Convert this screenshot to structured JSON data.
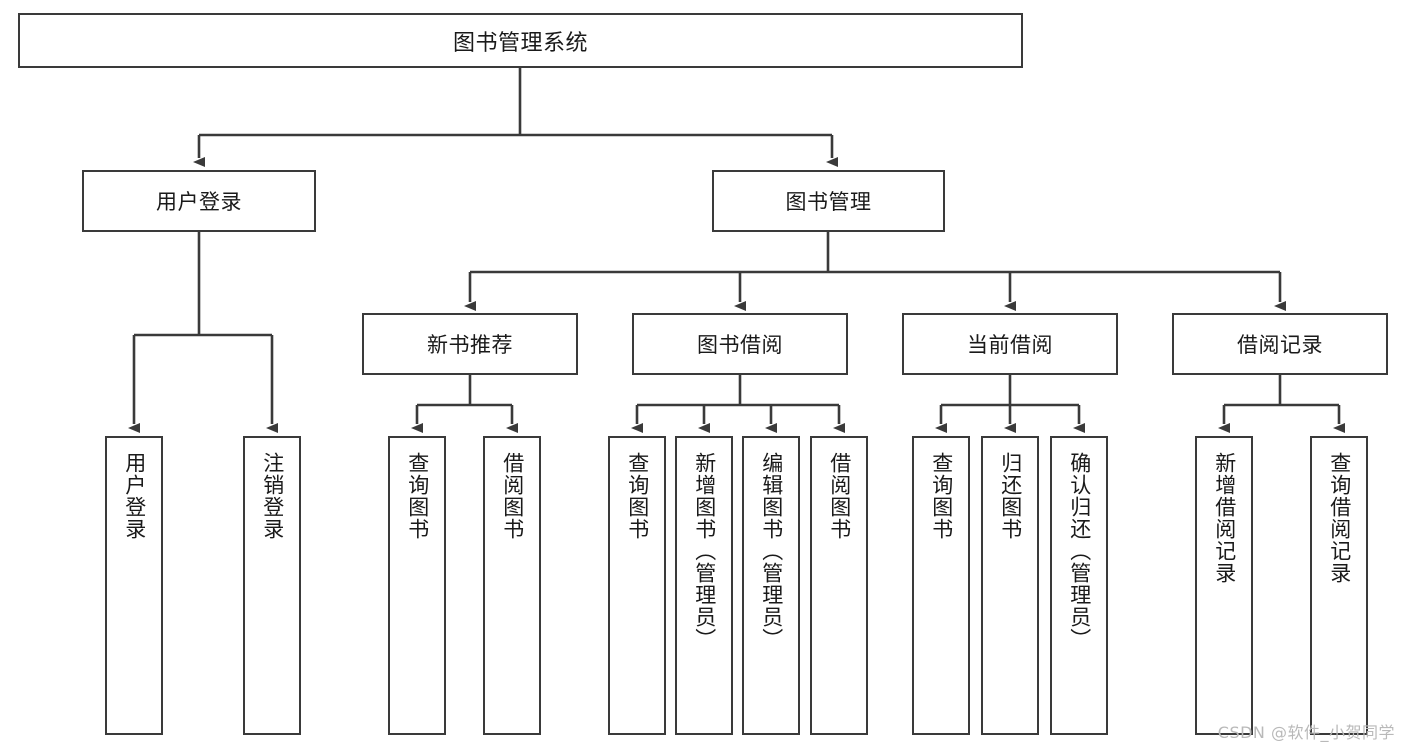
{
  "diagram": {
    "title": "图书管理系统",
    "type": "tree-hierarchy-chart",
    "watermark": "CSDN @软件_小贺同学",
    "colors": {
      "border": "#3a3a3a",
      "text": "#1a1a1a",
      "background": "#ffffff",
      "watermark": "#b9b9b9"
    },
    "nodes": {
      "root": {
        "label": "图书管理系统"
      },
      "level2": [
        {
          "label": "用户登录"
        },
        {
          "label": "图书管理"
        }
      ],
      "level3": [
        {
          "label": "新书推荐"
        },
        {
          "label": "图书借阅"
        },
        {
          "label": "当前借阅"
        },
        {
          "label": "借阅记录"
        }
      ],
      "leaves": {
        "user_login": [
          {
            "label": "用户登录"
          },
          {
            "label": "注销登录"
          }
        ],
        "new_book_recommend": [
          {
            "label": "查询图书"
          },
          {
            "label": "借阅图书"
          }
        ],
        "book_borrow": [
          {
            "label": "查询图书"
          },
          {
            "label": "新增图书（管理员）"
          },
          {
            "label": "编辑图书（管理员）"
          },
          {
            "label": "借阅图书"
          }
        ],
        "current_borrow": [
          {
            "label": "查询图书"
          },
          {
            "label": "归还图书"
          },
          {
            "label": "确认归还（管理员）"
          }
        ],
        "borrow_record": [
          {
            "label": "新增借阅记录"
          },
          {
            "label": "查询借阅记录"
          }
        ]
      }
    }
  }
}
